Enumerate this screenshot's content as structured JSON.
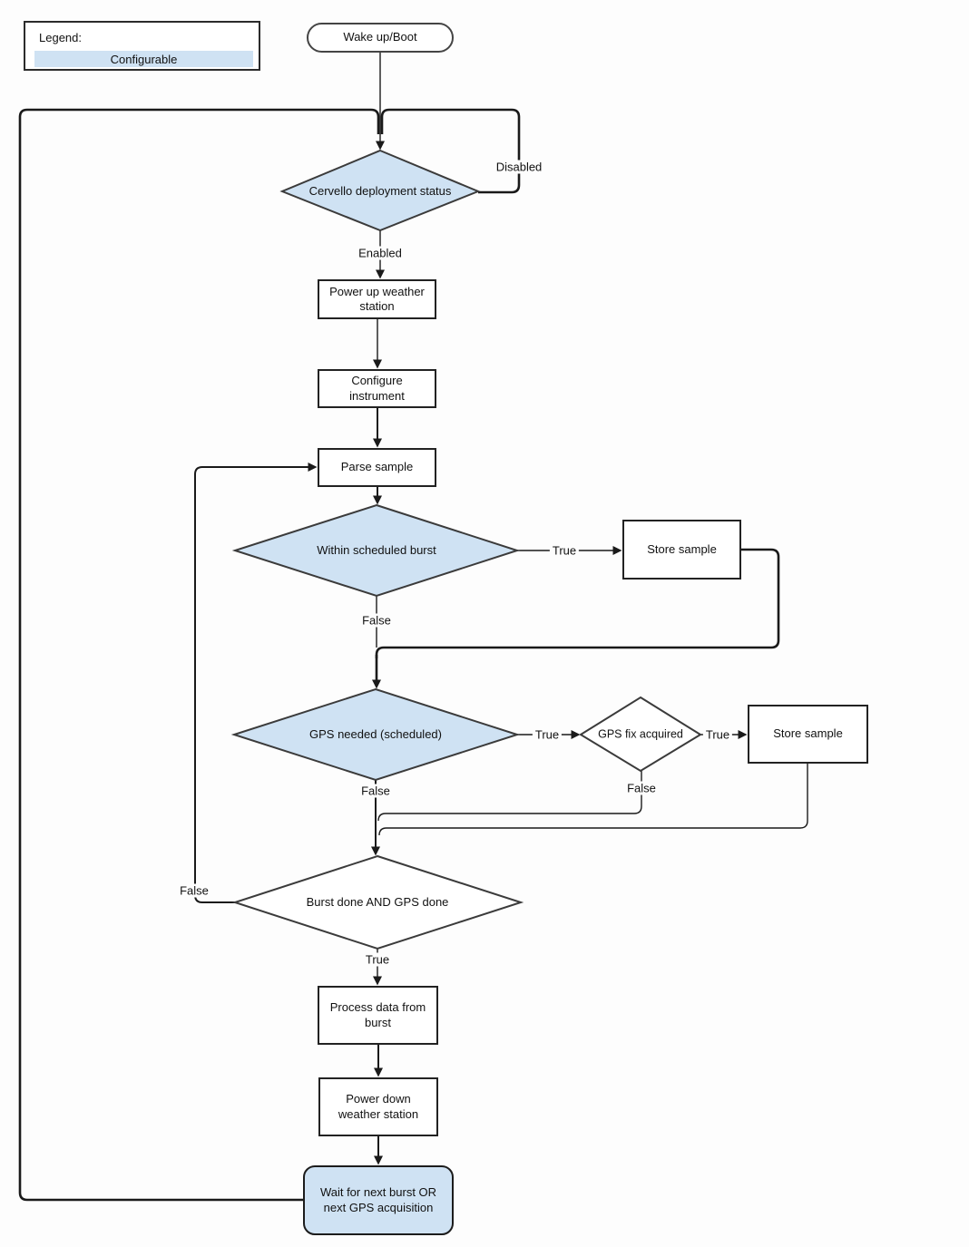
{
  "legend": {
    "title": "Legend:",
    "configurable_label": "Configurable"
  },
  "colors": {
    "configurable_fill": "#cfe2f3",
    "line": "#1a1a1a",
    "shape_border": "#3b3b3b"
  },
  "nodes": {
    "start": {
      "label": "Wake up/Boot",
      "type": "terminator"
    },
    "deployment_status": {
      "label": "Cervello deployment status",
      "type": "decision",
      "configurable": true
    },
    "power_up": {
      "label": "Power up weather station",
      "type": "process"
    },
    "configure_instrument": {
      "label": "Configure instrument",
      "type": "process"
    },
    "parse_sample": {
      "label": "Parse sample",
      "type": "process"
    },
    "within_burst": {
      "label": "Within scheduled burst",
      "type": "decision",
      "configurable": true
    },
    "store_sample_burst": {
      "label": "Store sample",
      "type": "process"
    },
    "gps_needed": {
      "label": "GPS needed (scheduled)",
      "type": "decision",
      "configurable": true
    },
    "gps_fix_acquired": {
      "label": "GPS fix acquired",
      "type": "decision",
      "configurable": false
    },
    "store_sample_gps": {
      "label": "Store sample",
      "type": "process"
    },
    "burst_and_gps_done": {
      "label": "Burst done AND GPS done",
      "type": "decision",
      "configurable": false
    },
    "process_data": {
      "label": "Process data from burst",
      "type": "process"
    },
    "power_down": {
      "label": "Power down weather station",
      "type": "process"
    },
    "wait_next": {
      "label": "Wait for next burst OR next GPS acquisition",
      "type": "wait",
      "configurable": true
    }
  },
  "edge_labels": {
    "disabled": "Disabled",
    "enabled": "Enabled",
    "within_true": "True",
    "within_false": "False",
    "gps_true": "True",
    "gps_false": "False",
    "fix_true": "True",
    "fix_false": "False",
    "done_true": "True",
    "done_false": "False"
  }
}
